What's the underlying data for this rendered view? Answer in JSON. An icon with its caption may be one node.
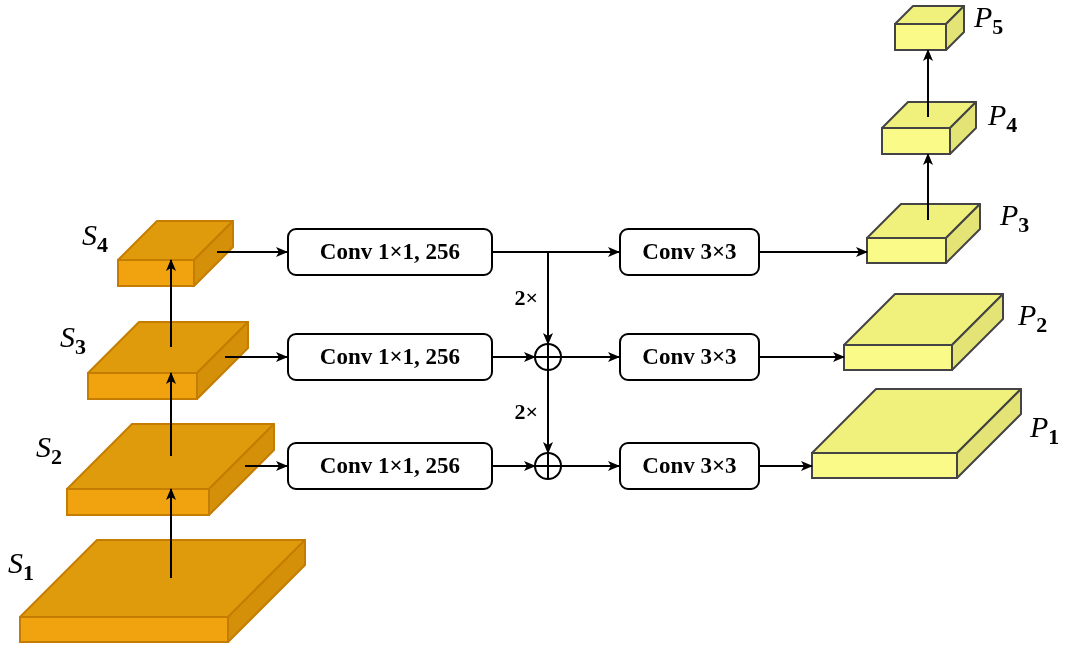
{
  "diagram": {
    "nodes": [
      {
        "text": [
          "*S*$_{1}$"
        ]
      },
      {
        "text": [
          "*S*$_{2}$"
        ]
      },
      {
        "text": [
          "*S*$_{3}$"
        ]
      },
      {
        "text": [
          "*S*$_{4}$"
        ]
      },
      {
        "text": [
          "Conv 1×1, 256"
        ]
      },
      {
        "text": [
          "Conv 1×1, 256"
        ]
      },
      {
        "text": [
          "Conv 1×1, 256"
        ]
      },
      {
        "text": [],
        "shape": "circle"
      },
      {
        "text": [],
        "shape": "circle"
      },
      {
        "text": [
          "Conv 3×3"
        ]
      },
      {
        "text": [
          "Conv 3×3"
        ]
      },
      {
        "text": [
          "Conv 3×3"
        ]
      },
      {
        "text": [
          "*P*$_{1}$"
        ]
      },
      {
        "text": [
          "*P*$_{2}$"
        ]
      },
      {
        "text": [
          "*P*$_{3}$"
        ]
      },
      {
        "text": [
          "*P*$_{4}$"
        ]
      },
      {
        "text": [
          "*P*$_{5}$"
        ]
      }
    ],
    "edges": [
      {
        "from": 0,
        "to": 1,
        "arrow": "to"
      },
      {
        "from": 1,
        "to": 2,
        "arrow": "to"
      },
      {
        "from": 2,
        "to": 3,
        "arrow": "to"
      },
      {
        "from": 3,
        "to": 4,
        "arrow": "to"
      },
      {
        "from": 2,
        "to": 5,
        "arrow": "to"
      },
      {
        "from": 1,
        "to": 6,
        "arrow": "to"
      },
      {
        "from": 4,
        "to": 9,
        "arrow": "to"
      },
      {
        "from": 4,
        "to": 7,
        "label": "2×",
        "arrow": "to"
      },
      {
        "from": 5,
        "to": 7,
        "arrow": "to"
      },
      {
        "from": 7,
        "to": 10,
        "arrow": "to"
      },
      {
        "from": 7,
        "to": 8,
        "label": "2×",
        "arrow": "to"
      },
      {
        "from": 6,
        "to": 8,
        "arrow": "to"
      },
      {
        "from": 8,
        "to": 11,
        "arrow": "to"
      },
      {
        "from": 9,
        "to": 14,
        "arrow": "to"
      },
      {
        "from": 10,
        "to": 13,
        "arrow": "to"
      },
      {
        "from": 11,
        "to": 12,
        "arrow": "to"
      },
      {
        "from": 14,
        "to": 15,
        "arrow": "to"
      },
      {
        "from": 15,
        "to": 16,
        "arrow": "to"
      }
    ]
  }
}
